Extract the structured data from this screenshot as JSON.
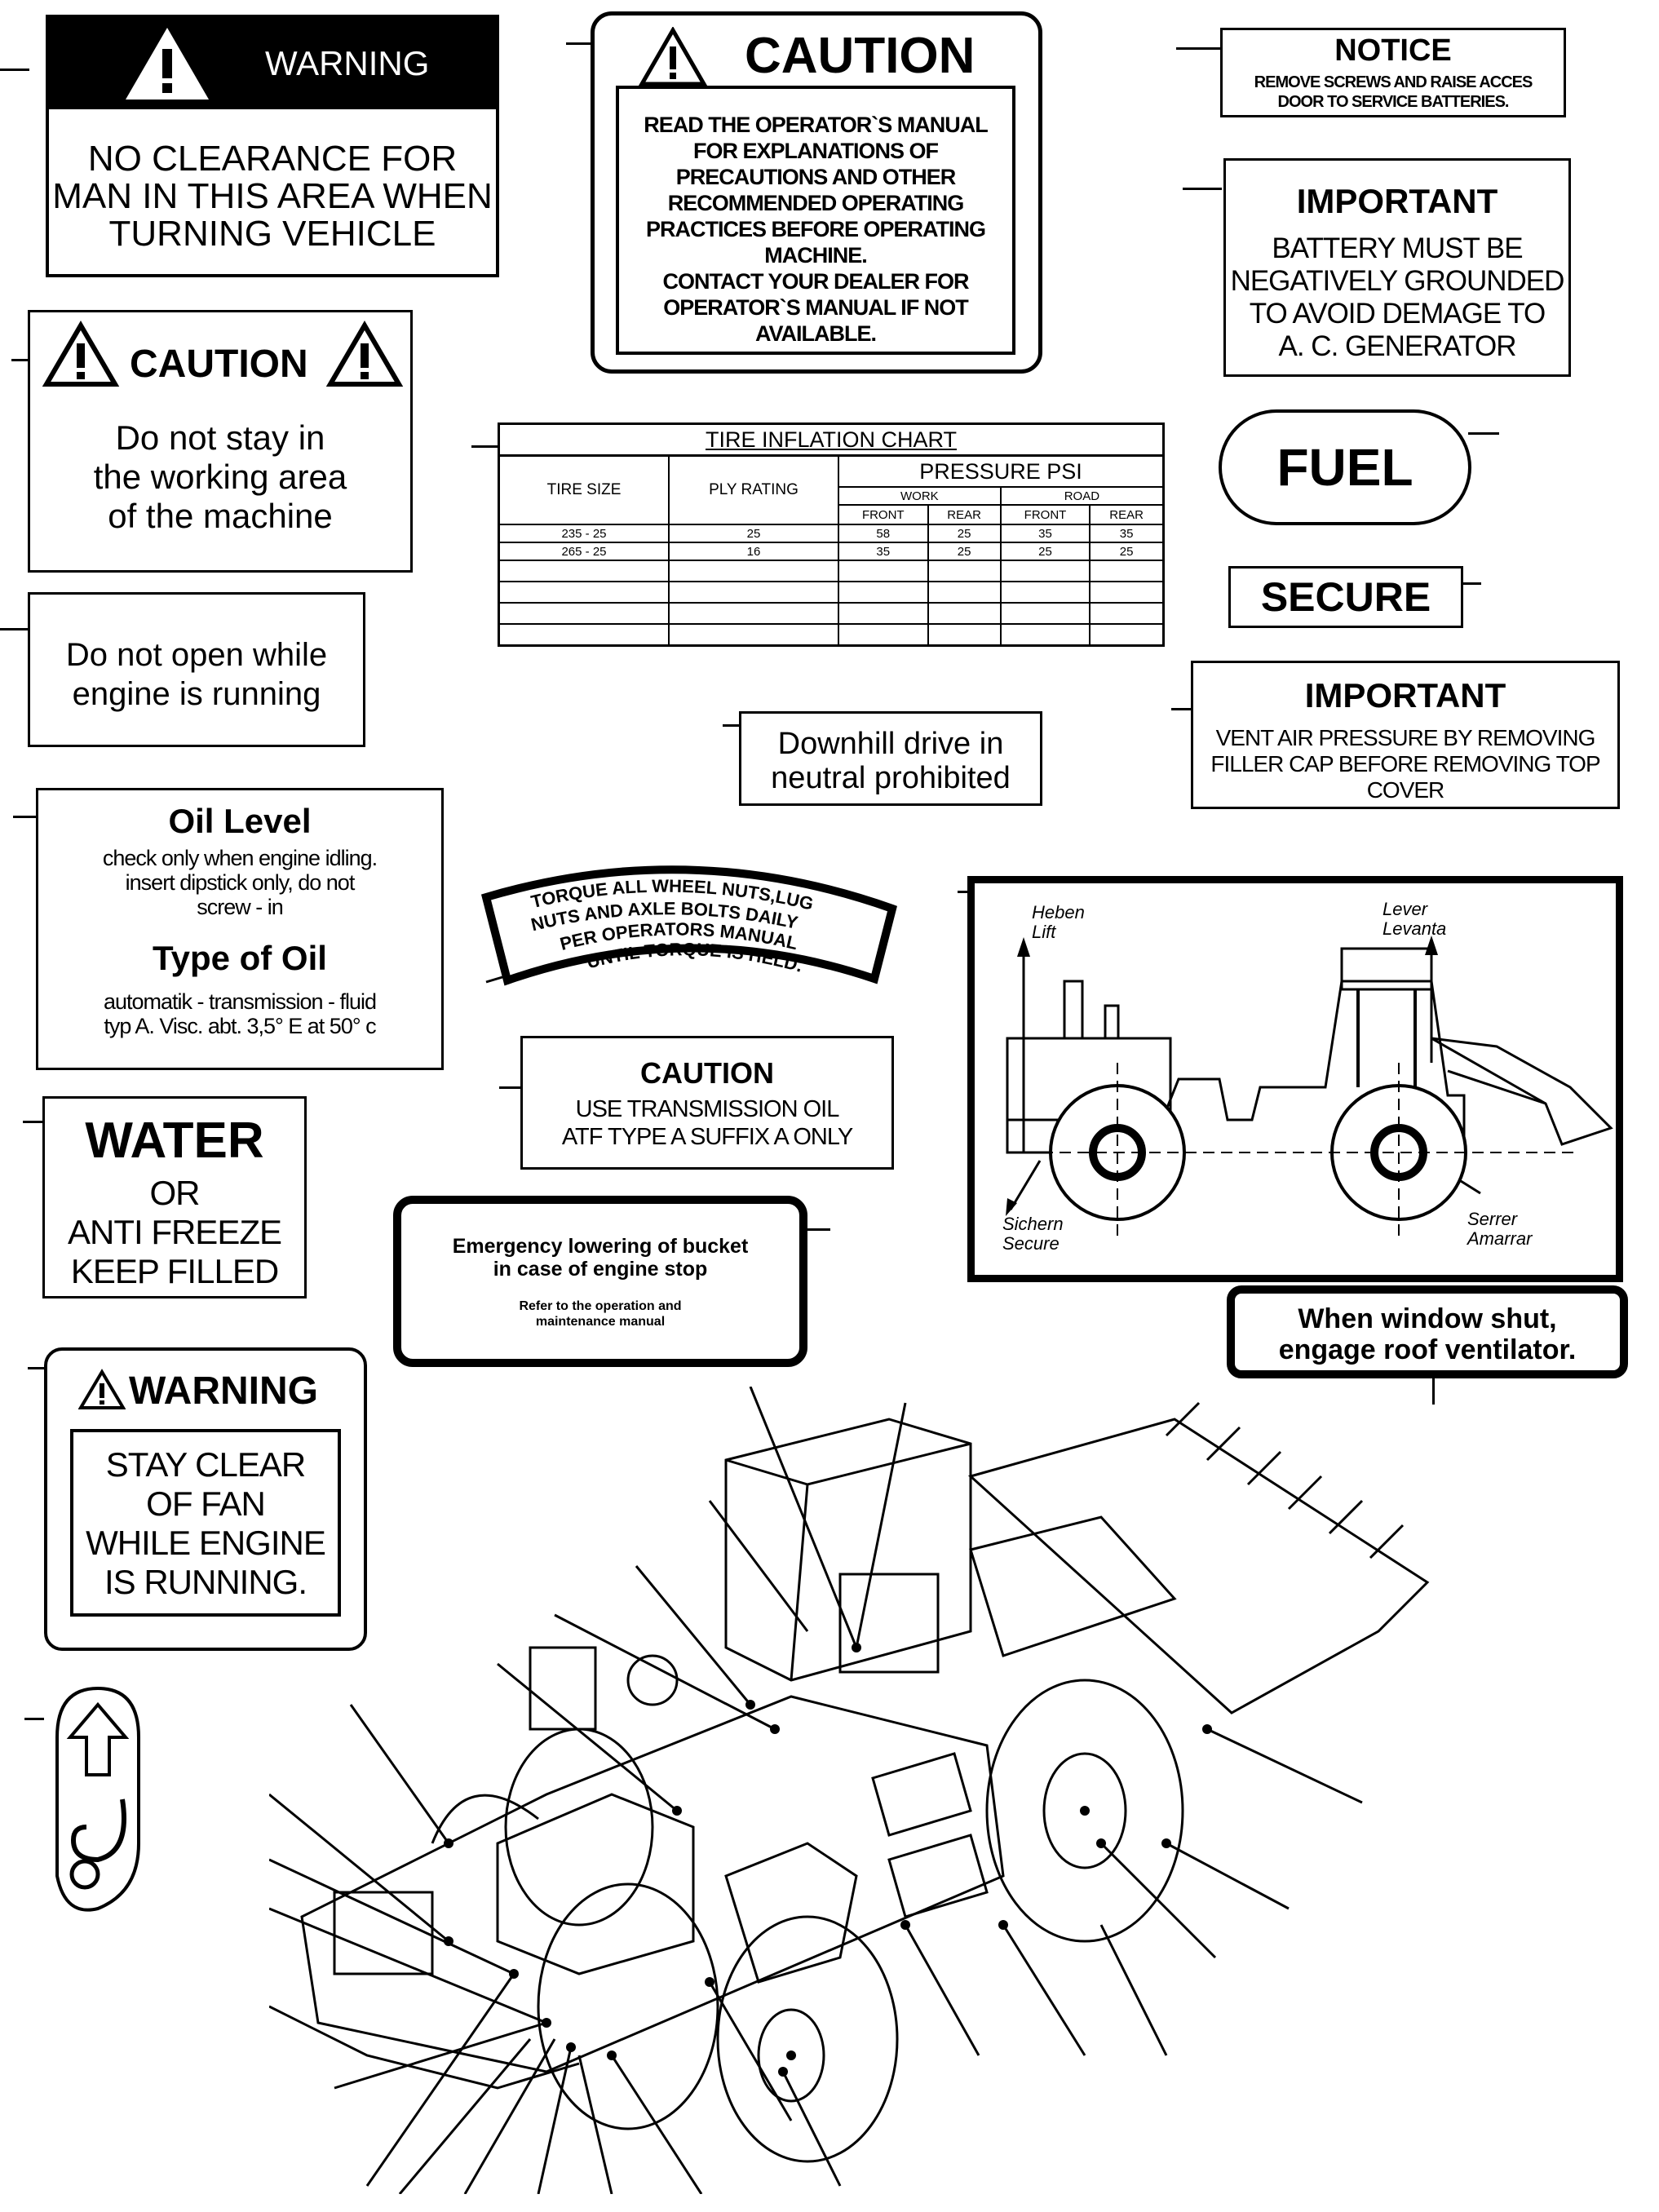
{
  "labels": {
    "warning1": {
      "header": "WARNING",
      "lines": [
        "NO CLEARANCE FOR",
        "MAN IN THIS AREA WHEN",
        "TURNING VEHICLE"
      ]
    },
    "caution_manual": {
      "header": "CAUTION",
      "lines": [
        "READ THE OPERATOR`S MANUAL",
        "FOR EXPLANATIONS OF",
        "PRECAUTIONS AND OTHER",
        "RECOMMENDED OPERATING",
        "PRACTICES BEFORE OPERATING",
        "MACHINE.",
        "CONTACT YOUR DEALER FOR",
        "OPERATOR`S MANUAL IF NOT",
        "AVAILABLE."
      ]
    },
    "notice": {
      "header": "NOTICE",
      "lines": [
        "REMOVE SCREWS AND RAISE ACCES",
        "DOOR TO SERVICE BATTERIES."
      ]
    },
    "important_battery": {
      "header": "IMPORTANT",
      "lines": [
        "BATTERY MUST BE",
        "NEGATIVELY GROUNDED",
        "TO AVOID DEMAGE TO",
        "A. C. GENERATOR"
      ]
    },
    "caution_working": {
      "header": "CAUTION",
      "lines": [
        "Do not stay in",
        "the working area",
        "of the machine"
      ]
    },
    "fuel": "FUEL",
    "secure": "SECURE",
    "do_not_open": [
      "Do not open while",
      "engine is running"
    ],
    "important_vent": {
      "header": "IMPORTANT",
      "lines": [
        "VENT AIR PRESSURE BY REMOVING",
        "FILLER CAP BEFORE REMOVING TOP",
        "COVER"
      ]
    },
    "downhill": [
      "Downhill drive in",
      "neutral prohibited"
    ],
    "oil": {
      "title1": "Oil Level",
      "lines1": [
        "check only when engine idling.",
        "insert dipstick only, do not",
        "screw - in"
      ],
      "title2": "Type of Oil",
      "lines2": [
        "automatik - transmission - fluid",
        "typ A. Visc. abt. 3,5° E at 50° c"
      ]
    },
    "torque": [
      "TORQUE ALL WHEEL NUTS,LUG",
      "NUTS AND AXLE BOLTS DAILY",
      "PER OPERATORS MANUAL",
      "UNTIL TORQUE IS HELD."
    ],
    "caution_trans": {
      "header": "CAUTION",
      "lines": [
        "USE TRANSMISSION OIL",
        "ATF TYPE A SUFFIX A ONLY"
      ]
    },
    "water": {
      "big": "WATER",
      "lines": [
        "OR",
        "ANTI FREEZE",
        "KEEP FILLED"
      ]
    },
    "emergency": {
      "lines": [
        "Emergency lowering of bucket",
        "in case of engine stop"
      ],
      "sub": [
        "Refer to the operation and",
        "maintenance manual"
      ]
    },
    "window": [
      "When window shut,",
      "engage roof ventilator."
    ],
    "warning_fan": {
      "header": "WARNING",
      "lines": [
        "STAY CLEAR",
        "OF FAN",
        "WHILE ENGINE",
        "IS RUNNING."
      ]
    },
    "lift_diagram": {
      "lift_tl": [
        "Heben",
        "Lift"
      ],
      "lift_tr": [
        "Lever",
        "Levanta"
      ],
      "secure_bl": [
        "Sichern",
        "Secure"
      ],
      "secure_br": [
        "Serrer",
        "Amarrar"
      ]
    }
  },
  "tire_chart": {
    "title": "TIRE INFLATION CHART",
    "col_tire": "TIRE SIZE",
    "col_ply": "PLY RATING",
    "col_pressure": "PRESSURE   PSI",
    "col_work": "WORK",
    "col_road": "ROAD",
    "col_front": "FRONT",
    "col_rear": "REAR",
    "rows": [
      [
        "235 - 25",
        "25",
        "58",
        "25",
        "35",
        "35"
      ],
      [
        "265 - 25",
        "16",
        "35",
        "25",
        "25",
        "25"
      ],
      [
        "",
        "",
        "",
        "",
        "",
        ""
      ],
      [
        "",
        "",
        "",
        "",
        "",
        ""
      ],
      [
        "",
        "",
        "",
        "",
        "",
        ""
      ],
      [
        "",
        "",
        "",
        "",
        "",
        ""
      ]
    ]
  },
  "colors": {
    "ink": "#000000",
    "paper": "#ffffff"
  }
}
